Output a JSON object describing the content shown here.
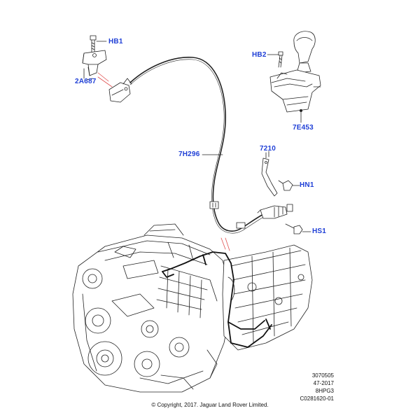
{
  "callouts": {
    "hb1": "HB1",
    "part_2a687": "2A687",
    "hb2": "HB2",
    "part_7e453": "7E453",
    "part_7h296": "7H296",
    "part_7210": "7210",
    "hn1": "HN1",
    "hs1": "HS1"
  },
  "reference": {
    "line1": "3070505",
    "line2": "47-2017",
    "line3": "8HPG3",
    "line4": "C0281620-01"
  },
  "copyright": "© Copyright, 2017. Jaguar Land Rover Limited.",
  "colors": {
    "callout": "#1f3fd6",
    "line": "#222222",
    "leader_red": "#e05050"
  }
}
